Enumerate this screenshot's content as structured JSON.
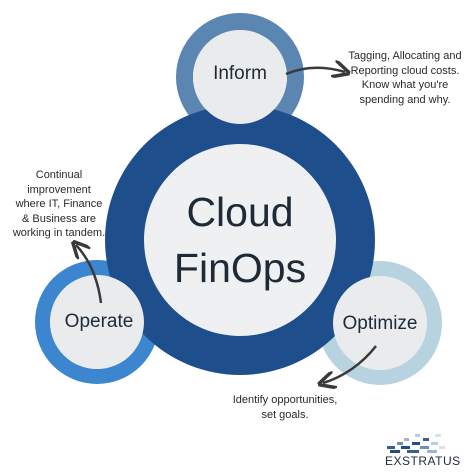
{
  "diagram": {
    "center": {
      "lines": [
        "Cloud",
        "FinOps"
      ]
    },
    "nodes": {
      "inform": {
        "label": "Inform",
        "note": [
          "Tagging, Allocating and",
          "Reporting cloud costs.",
          "Know what you're",
          "spending and why."
        ]
      },
      "operate": {
        "label": "Operate",
        "note": [
          "Continual",
          "improvement",
          "where IT, Finance",
          "& Business are",
          "working in tandem."
        ]
      },
      "optimize": {
        "label": "Optimize",
        "note": [
          "Identify opportunities,",
          "set goals."
        ]
      }
    }
  },
  "brand": {
    "name": "EXSTRATUS"
  },
  "colors": {
    "center_ring": "#1f4e8c",
    "center_fill": "#eef0f2",
    "inform_ring": "#5a86b1",
    "operate_ring": "#3c86cf",
    "optimize_ring": "#b8d3e0",
    "node_fill": "#e9ebed",
    "arrow": "#3a3a3a",
    "text": "#1e2a36"
  }
}
